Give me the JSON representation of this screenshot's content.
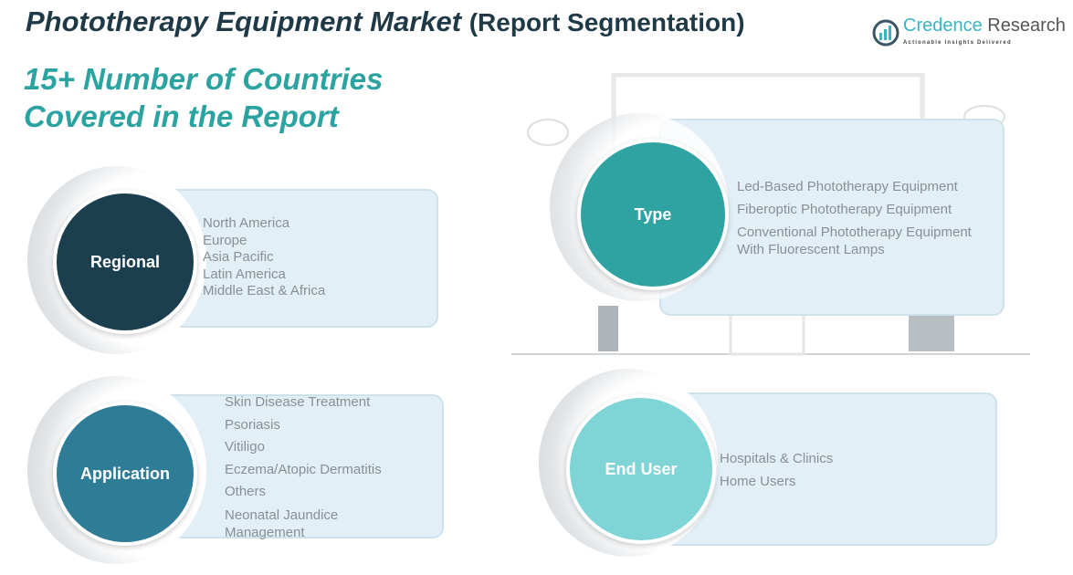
{
  "header": {
    "title": "Phototherapy Equipment Market",
    "title_suffix": "(Report Segmentation)",
    "subtitle_line1": "15+ Number of Countries",
    "subtitle_line2": "Covered in the Report"
  },
  "logo": {
    "name_part1": "Credence",
    "name_part2": " Research",
    "tagline": "Actionable Insights Delivered"
  },
  "colors": {
    "regional": "#1b3f4e",
    "application": "#2f7c97",
    "type": "#2ea3a2",
    "end_user": "#7fd4d6",
    "panel": "#e2eff6",
    "title": "#1f3a46",
    "subtitle": "#2ba3a0"
  },
  "segments": {
    "regional": {
      "label": "Regional",
      "items": [
        "North America",
        "Europe",
        "Asia Pacific",
        "Latin America",
        "Middle East & Africa"
      ]
    },
    "application": {
      "label": "Application",
      "items": [
        "Skin Disease Treatment",
        "Psoriasis",
        "Vitiligo",
        "Eczema/Atopic Dermatitis",
        "Others",
        "Neonatal Jaundice Management"
      ]
    },
    "type": {
      "label": "Type",
      "items": [
        "Led-Based Phototherapy Equipment",
        "Fiberoptic Phototherapy Equipment",
        "Conventional Phototherapy Equipment With Fluorescent Lamps"
      ]
    },
    "end_user": {
      "label": "End User",
      "items": [
        "Hospitals & Clinics",
        "Home Users"
      ]
    }
  }
}
